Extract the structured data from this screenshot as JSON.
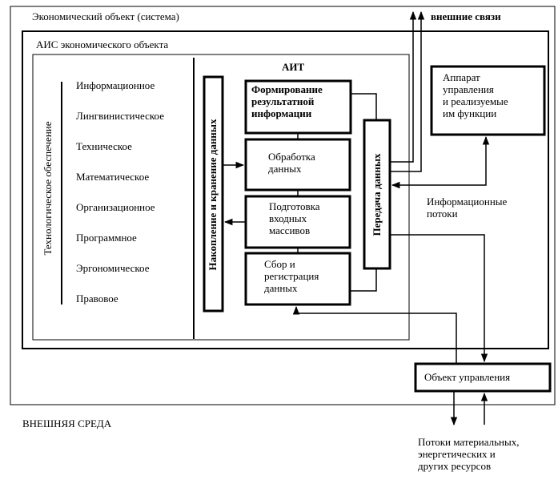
{
  "outer_label": "Экономический объект (система)",
  "external_links_label": "внешние связи",
  "ais_label": "АИС экономического объекта",
  "ait_label": "АИТ",
  "support_title": "Технологическое обеспечение",
  "support_items": [
    "Информационное",
    "Лингвинистическое",
    "Техническое",
    "Математическое",
    "Организационное",
    "Программное",
    "Эргономическое",
    "Правовое"
  ],
  "storage_label": "Накопление и кранение данных",
  "transfer_label": "Передача данных",
  "process_boxes": {
    "forming": [
      "Формирование",
      "результатной",
      "информации"
    ],
    "processing": [
      "Обработка",
      "данных"
    ],
    "preparation": [
      "Подготовка",
      "входных",
      "массивов"
    ],
    "collection": [
      "Сбор и",
      "регистрация",
      "данных"
    ]
  },
  "management_box": [
    "Аппарат",
    "управления",
    "и реализуемые",
    "им функции"
  ],
  "info_flows_label": [
    "Информационные",
    "потоки"
  ],
  "control_object_label": "Объект управления",
  "external_env_label": "ВНЕШНЯЯ СРЕДА",
  "resource_flows_label": [
    "Потоки материальных,",
    "энергетических и",
    "других ресурсов"
  ]
}
